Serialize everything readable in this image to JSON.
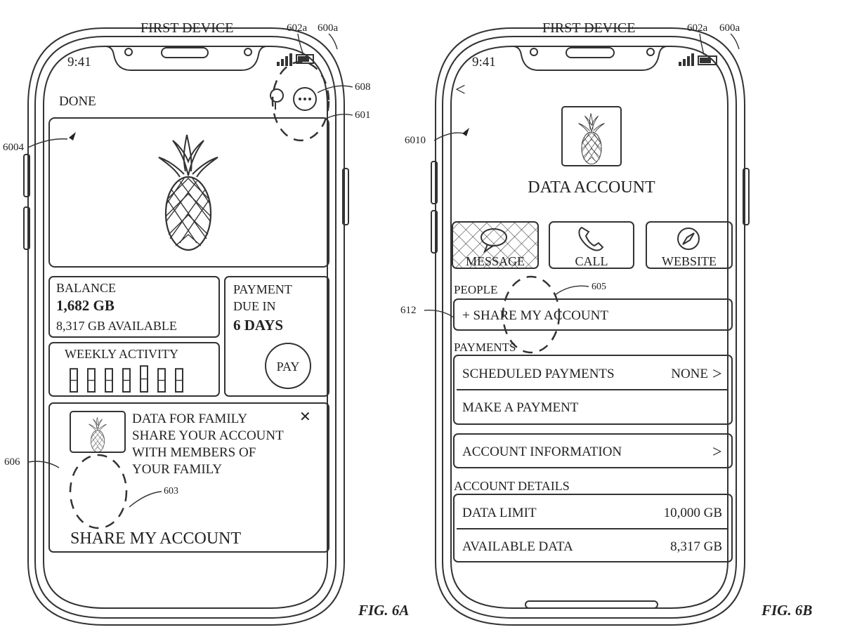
{
  "labels": {
    "first_device_a": "FIRST DEVICE",
    "first_device_b": "FIRST DEVICE",
    "ref_602a_a": "602a",
    "ref_600a_a": "600a",
    "ref_602a_b": "602a",
    "ref_600a_b": "600a",
    "ref_608": "608",
    "ref_601": "601",
    "ref_6004": "6004",
    "ref_606": "606",
    "ref_603": "603",
    "ref_6010": "6010",
    "ref_605": "605",
    "ref_612": "612",
    "fig_a": "FIG. 6A",
    "fig_b": "FIG. 6B"
  },
  "phone_a": {
    "time": "9:41",
    "done": "DONE",
    "balance": {
      "label": "BALANCE",
      "value": "1,682 GB",
      "available": "8,317 GB AVAILABLE"
    },
    "payment": {
      "line1": "PAYMENT",
      "line2": "DUE IN",
      "days": "6 DAYS",
      "pay": "PAY"
    },
    "weekly_activity": "WEEKLY ACTIVITY",
    "weekly_activity_level": [
      0.82,
      0.82,
      0.82,
      0.82,
      0.92,
      0.82,
      0.82
    ],
    "family": {
      "line1": "DATA FOR FAMILY",
      "line2": "SHARE YOUR ACCOUNT",
      "line3": "WITH MEMBERS OF",
      "line4": "YOUR FAMILY",
      "close": "✕",
      "share": "SHARE MY ACCOUNT"
    }
  },
  "phone_b": {
    "time": "9:41",
    "back": "<",
    "title": "DATA ACCOUNT",
    "actions": {
      "message": "MESSAGE",
      "call": "CALL",
      "website": "WEBSITE"
    },
    "people_header": "PEOPLE",
    "share": "+ SHARE MY ACCOUNT",
    "payments_header": "PAYMENTS",
    "scheduled": "SCHEDULED PAYMENTS",
    "scheduled_value": "NONE",
    "make_payment": "MAKE A PAYMENT",
    "account_info": "ACCOUNT INFORMATION",
    "details_header": "ACCOUNT DETAILS",
    "data_limit": "DATA LIMIT",
    "data_limit_value": "10,000 GB",
    "available_data": "AVAILABLE DATA",
    "available_data_value": "8,317 GB",
    "chevron": ">"
  }
}
